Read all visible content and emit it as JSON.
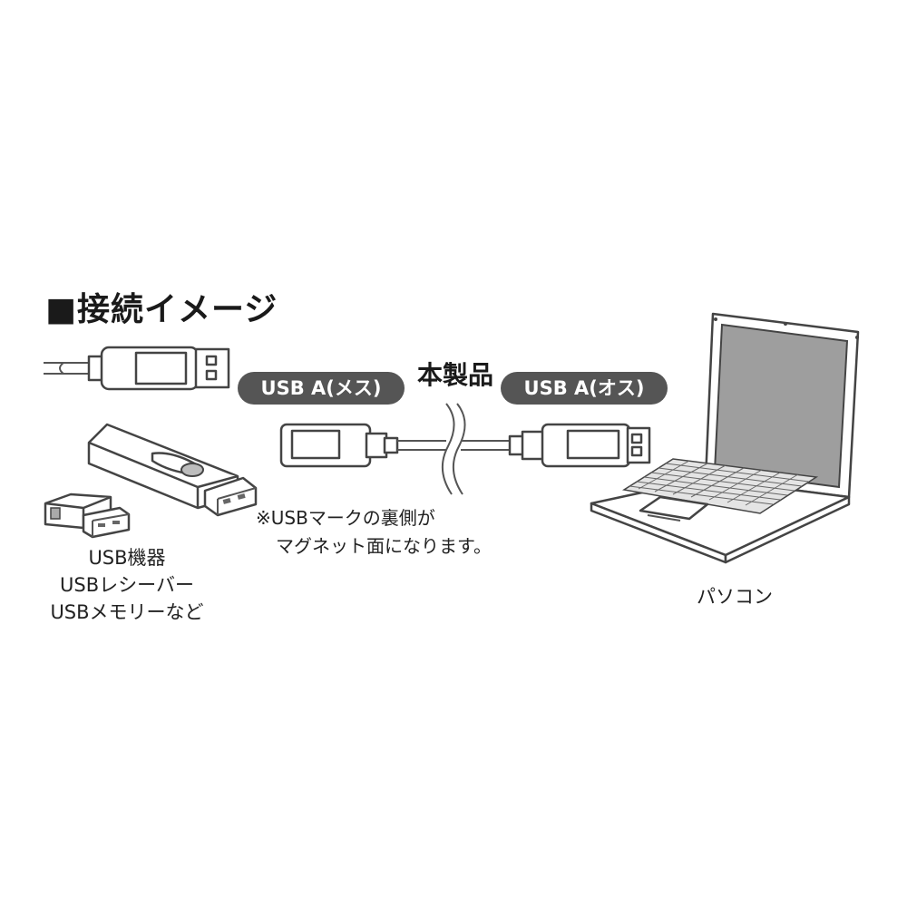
{
  "heading": "■接続イメージ",
  "labels": {
    "usb_female": "USB A(メス)",
    "product": "本製品",
    "usb_male": "USB A(オス)"
  },
  "note": {
    "line1": "※USBマークの裏側が",
    "line2": "マグネット面になります。"
  },
  "devices": {
    "line1": "USB機器",
    "line2": "USBレシーバー",
    "line3": "USBメモリーなど"
  },
  "pc_label": "パソコン"
}
